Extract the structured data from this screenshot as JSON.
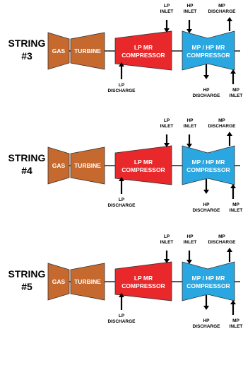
{
  "colors": {
    "gas": "#c5692f",
    "turbine": "#c5692f",
    "lp_compressor": "#e8282b",
    "mp_hp_compressor": "#2aa6e0",
    "shaft": "#222222",
    "arrow": "#000000",
    "outline": "#333333",
    "inner_text": "#ffffff",
    "label_text": "#000000"
  },
  "strings": [
    {
      "title": [
        "STRING",
        "#3"
      ],
      "gas_label": "GAS",
      "turbine_label": "TURBINE",
      "lp_compressor_label": [
        "LP MR",
        "COMPRESSOR"
      ],
      "mp_hp_compressor_label": [
        "MP / HP MR",
        "COMPRESSOR"
      ],
      "lp_inlet": [
        "LP",
        "INLET"
      ],
      "hp_inlet": [
        "HP",
        "INLET"
      ],
      "mp_discharge": [
        "MP",
        "DISCHARGE"
      ],
      "lp_discharge": [
        "LP",
        "DISCHARGE"
      ],
      "hp_discharge": [
        "HP",
        "DISCHARGE"
      ],
      "mp_inlet": [
        "MP",
        "INLET"
      ]
    },
    {
      "title": [
        "STRING",
        "#4"
      ],
      "gas_label": "GAS",
      "turbine_label": "TURBINE",
      "lp_compressor_label": [
        "LP MR",
        "COMPRESSOR"
      ],
      "mp_hp_compressor_label": [
        "MP / HP MR",
        "COMPRESSOR"
      ],
      "lp_inlet": [
        "LP",
        "INLET"
      ],
      "hp_inlet": [
        "HP",
        "INLET"
      ],
      "mp_discharge": [
        "MP",
        "DISCHARGE"
      ],
      "lp_discharge": [
        "LP",
        "DISCHARGE"
      ],
      "hp_discharge": [
        "HP",
        "DISCHARGE"
      ],
      "mp_inlet": [
        "MP",
        "INLET"
      ]
    },
    {
      "title": [
        "STRING",
        "#5"
      ],
      "gas_label": "GAS",
      "turbine_label": "TURBINE",
      "lp_compressor_label": [
        "LP MR",
        "COMPRESSOR"
      ],
      "mp_hp_compressor_label": [
        "MP / HP MR",
        "COMPRESSOR"
      ],
      "lp_inlet": [
        "LP",
        "INLET"
      ],
      "hp_inlet": [
        "HP",
        "INLET"
      ],
      "mp_discharge": [
        "MP",
        "DISCHARGE"
      ],
      "lp_discharge": [
        "LP",
        "DISCHARGE"
      ],
      "hp_discharge": [
        "HP",
        "DISCHARGE"
      ],
      "mp_inlet": [
        "MP",
        "INLET"
      ]
    }
  ]
}
